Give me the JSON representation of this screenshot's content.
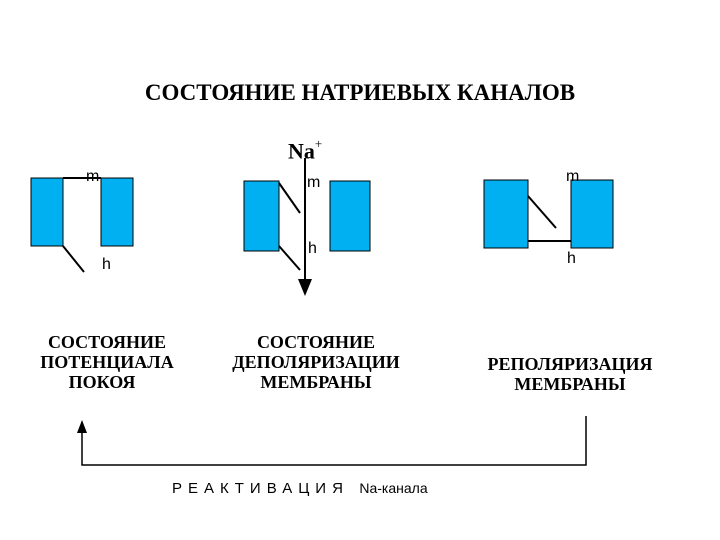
{
  "title": "СОСТОЯНИЕ НАТРИЕВЫХ КАНАЛОВ",
  "ion": {
    "symbol": "Na",
    "charge": "+"
  },
  "gates": {
    "m": "m",
    "h": "h"
  },
  "states": [
    {
      "id": "rest",
      "lines": [
        "СОСТОЯНИЕ",
        "ПОТЕНЦИАЛА",
        "ПОКОЯ"
      ]
    },
    {
      "id": "depolarization",
      "lines": [
        "СОСТОЯНИЕ",
        "ДЕПОЛЯРИЗАЦИИ",
        "МЕМБРАНЫ"
      ]
    },
    {
      "id": "repolarization",
      "lines": [
        "РЕПОЛЯРИЗАЦИЯ",
        "МЕМБРАНЫ"
      ]
    }
  ],
  "footer": {
    "reactivation": "РЕАКТИВАЦИЯ",
    "na_channel": "Na-канала"
  },
  "colors": {
    "channel_fill": "#00b0f0",
    "stroke": "#000000",
    "background": "#ffffff"
  }
}
